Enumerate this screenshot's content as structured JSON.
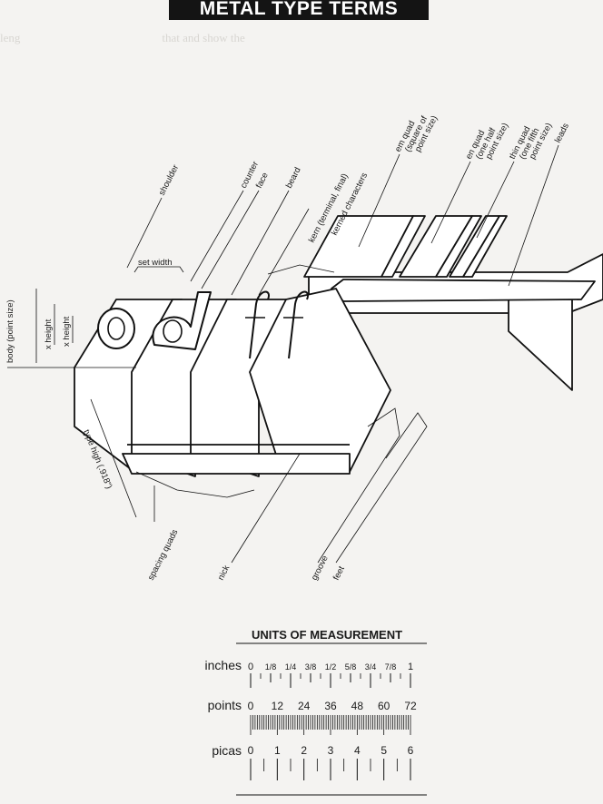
{
  "title": "METAL TYPE TERMS",
  "diagram": {
    "labels": {
      "shoulder": "shoulder",
      "counter": "counter",
      "face": "face",
      "beard": "beard",
      "kern": "kern (terminal, final)",
      "kerned": "kerned characters",
      "em_quad_1": "em quad",
      "em_quad_2": "(square of",
      "em_quad_3": "point size)",
      "en_quad_1": "en quad",
      "en_quad_2": "(one half",
      "en_quad_3": "point size)",
      "thin_quad_1": "thin quad",
      "thin_quad_2": "(one fifth",
      "thin_quad_3": "point size)",
      "leads": "leads",
      "set_width": "set width",
      "body": "body (point size)",
      "x_height_1": "x height",
      "x_height_2": "x height",
      "type_high": "type high (.918\")",
      "spacing_quads": "spacing quads",
      "nick": "nick",
      "groove": "groove",
      "feet": "feet"
    }
  },
  "measurement": {
    "title": "UNITS OF MEASUREMENT",
    "inches": {
      "label": "inches",
      "ticks": [
        "0",
        "1/8",
        "1/4",
        "3/8",
        "1/2",
        "5/8",
        "3/4",
        "7/8",
        "1"
      ]
    },
    "points": {
      "label": "points",
      "ticks": [
        "0",
        "12",
        "24",
        "36",
        "48",
        "60",
        "72"
      ]
    },
    "picas": {
      "label": "picas",
      "ticks": [
        "0",
        "1",
        "2",
        "3",
        "4",
        "5",
        "6"
      ]
    }
  }
}
